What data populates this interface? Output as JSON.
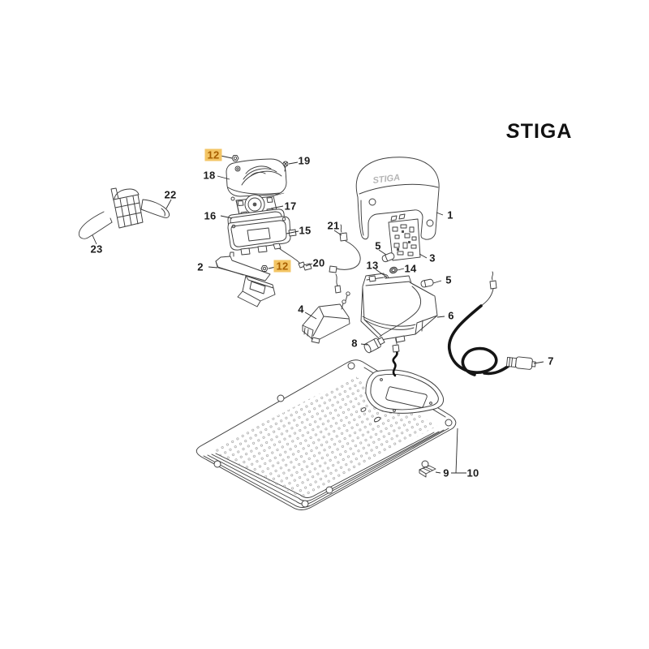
{
  "brand": {
    "logo": "STIGA",
    "hood_embossed": "STIGA"
  },
  "colors": {
    "highlight_bg": "#f3c565",
    "highlight_text": "#a85f00",
    "line": "#3d3d3d"
  },
  "labels": [
    {
      "num": "12",
      "highlight": true
    },
    {
      "num": "19",
      "highlight": false
    },
    {
      "num": "18",
      "highlight": false
    },
    {
      "num": "22",
      "highlight": false
    },
    {
      "num": "17",
      "highlight": false
    },
    {
      "num": "16",
      "highlight": false
    },
    {
      "num": "1",
      "highlight": false
    },
    {
      "num": "15",
      "highlight": false
    },
    {
      "num": "21",
      "highlight": false
    },
    {
      "num": "5",
      "highlight": false
    },
    {
      "num": "23",
      "highlight": false
    },
    {
      "num": "3",
      "highlight": false
    },
    {
      "num": "13",
      "highlight": false
    },
    {
      "num": "14",
      "highlight": false
    },
    {
      "num": "2",
      "highlight": false
    },
    {
      "num": "12",
      "highlight": true
    },
    {
      "num": "20",
      "highlight": false
    },
    {
      "num": "5",
      "highlight": false
    },
    {
      "num": "4",
      "highlight": false
    },
    {
      "num": "6",
      "highlight": false
    },
    {
      "num": "8",
      "highlight": false
    },
    {
      "num": "7",
      "highlight": false
    },
    {
      "num": "9",
      "highlight": false
    },
    {
      "num": "10",
      "highlight": false
    }
  ]
}
